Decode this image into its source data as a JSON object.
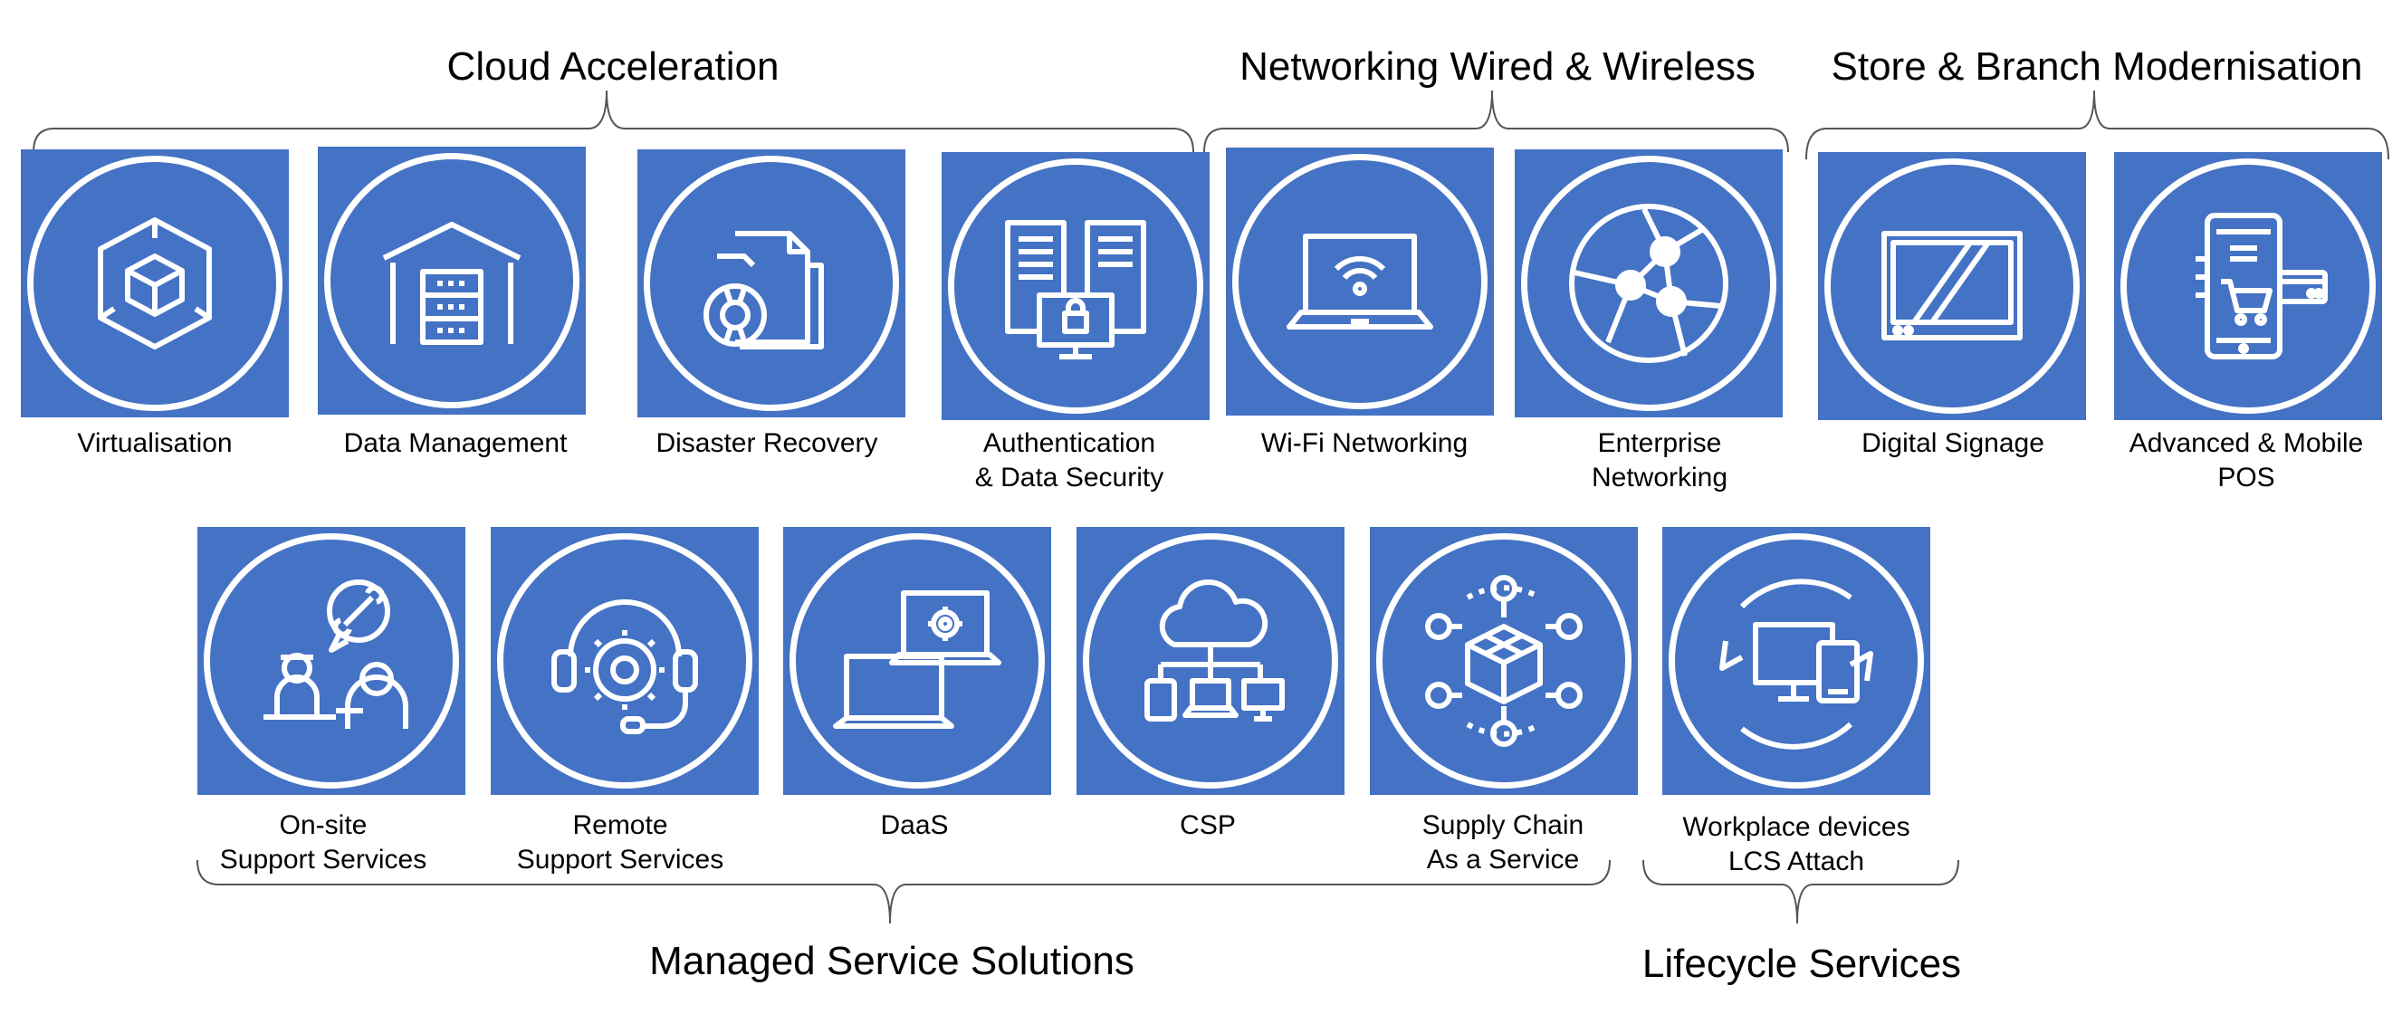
{
  "groups": {
    "cloud": "Cloud Acceleration",
    "networking": "Networking Wired & Wireless",
    "store": "Store & Branch Modernisation",
    "managed": "Managed Service Solutions",
    "lifecycle": "Lifecycle Services"
  },
  "tiles": {
    "virtualisation": "Virtualisation",
    "data_management": "Data Management",
    "disaster_recovery": "Disaster Recovery",
    "authentication": "Authentication\n& Data Security",
    "wifi": "Wi-Fi Networking",
    "enterprise": "Enterprise\nNetworking",
    "signage": "Digital Signage",
    "pos": "Advanced & Mobile\nPOS",
    "onsite": "On-site\nSupport Services",
    "remote": "Remote\nSupport Services",
    "daas": "DaaS",
    "csp": "CSP",
    "supply": "Supply Chain\nAs a Service",
    "workplace": "Workplace devices\nLCS Attach"
  },
  "colors": {
    "tile": "#4472c4",
    "icon": "#ffffff",
    "brace": "#555555"
  },
  "icons": {
    "virtualisation": "cube-icon",
    "data_management": "data-warehouse-icon",
    "disaster_recovery": "lifebuoy-folder-icon",
    "authentication": "lock-monitor-icon",
    "wifi": "wifi-laptop-icon",
    "enterprise": "network-globe-icon",
    "signage": "display-screen-icon",
    "pos": "mobile-pos-icon",
    "onsite": "support-technician-icon",
    "remote": "headset-gear-icon",
    "daas": "laptop-gear-icon",
    "csp": "cloud-network-icon",
    "supply": "package-network-icon",
    "workplace": "device-refresh-icon"
  }
}
